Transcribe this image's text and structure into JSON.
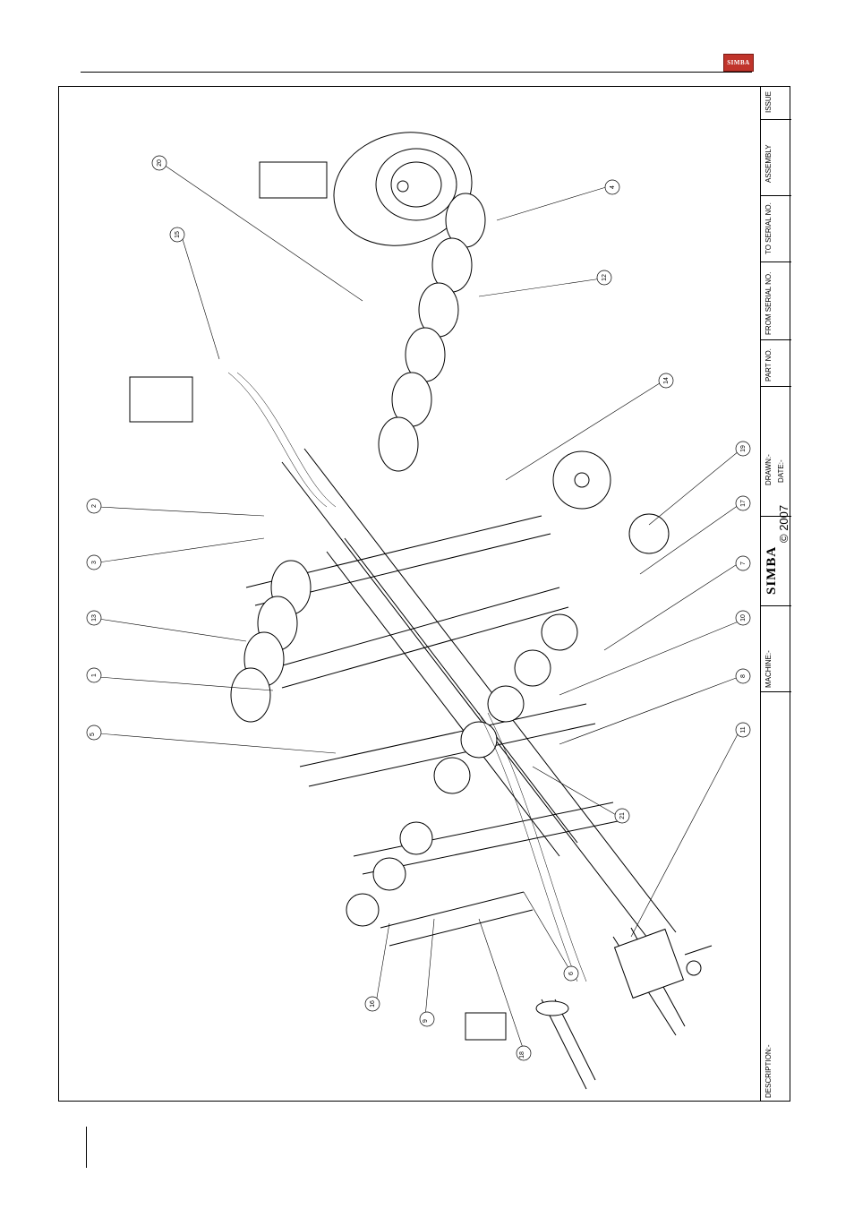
{
  "header": {
    "logo_text": "SIMBA"
  },
  "title_block": {
    "issue": "ISSUE",
    "assembly": "ASSEMBLY",
    "to_serial": "TO SERIAL NO.",
    "from_serial": "FROM SERIAL NO.",
    "part_no": "PART NO.",
    "drawn": "DRAWN:-",
    "date": "DATE:-",
    "brand": "SIMBA",
    "copyright": "© 2007",
    "machine": "MACHINE:-",
    "description": "DESCRIPTION:-"
  },
  "callouts": [
    "20",
    "15",
    "4",
    "12",
    "14",
    "19",
    "17",
    "7",
    "10",
    "8",
    "11",
    "2",
    "3",
    "13",
    "1",
    "5",
    "21",
    "6",
    "16",
    "9",
    "18"
  ]
}
